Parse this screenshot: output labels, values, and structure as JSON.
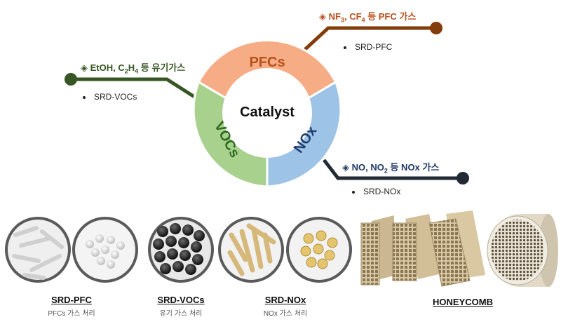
{
  "center_label": "Catalyst",
  "segments": [
    {
      "name": "pfcs",
      "label": "PFCs",
      "color": "#f6ad85",
      "text_color": "#b8501c"
    },
    {
      "name": "vocs",
      "label": "VOCs",
      "color": "#a9d18e",
      "text_color": "#2e6b1f"
    },
    {
      "name": "nox",
      "label": "NOx",
      "color": "#9dc3e6",
      "text_color": "#1f3e6e"
    }
  ],
  "callouts": {
    "pfc": {
      "diamond": "◈",
      "a": "NF",
      "a_sub": "3",
      "b": ", CF",
      "b_sub": "4",
      "c": " 등 PFC 가스",
      "item": "SRD-PFC",
      "color": "#b8501c",
      "line_color": "#833c0b"
    },
    "vocs": {
      "diamond": "◈",
      "a": "EtOH, C",
      "a_sub": "2",
      "b": "H",
      "b_sub": "4",
      "c": " 등 유기가스",
      "item": "SRD-VOCs",
      "color": "#375623",
      "line_color": "#375623"
    },
    "nox": {
      "diamond": "◈",
      "a": "NO, NO",
      "a_sub": "2",
      "b": " 등 NOx 가스",
      "b_sub": "",
      "c": "",
      "item": "SRD-NOx",
      "color": "#1f3864",
      "line_color": "#222a35"
    }
  },
  "products": [
    {
      "name": "SRD-PFC",
      "desc": "PFCs 가스 처리"
    },
    {
      "name": "SRD-VOCs",
      "desc": "유기 가스 처리"
    },
    {
      "name": "SRD-NOx",
      "desc": "NOx 가스 처리"
    },
    {
      "name": "HONEYCOMB",
      "desc": ""
    }
  ]
}
